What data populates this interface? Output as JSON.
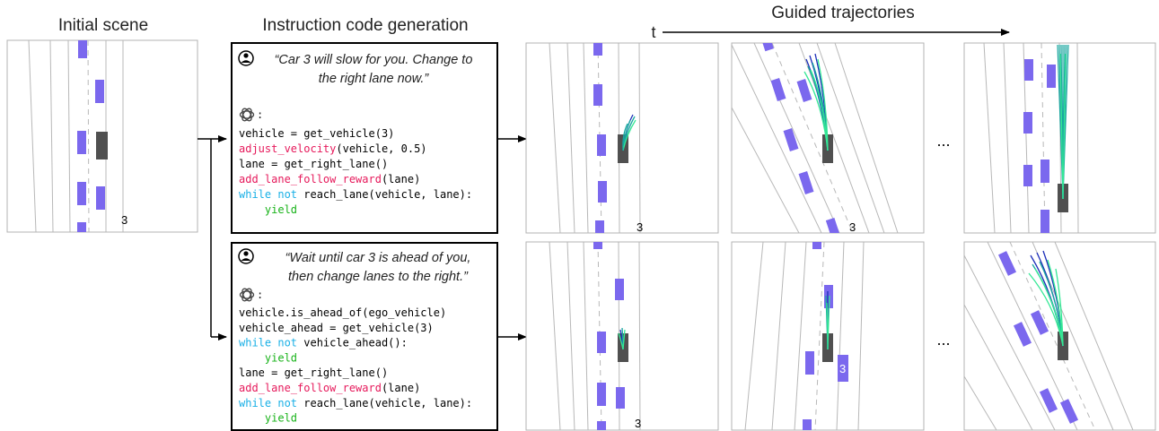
{
  "headings": {
    "initial_scene": "Initial scene",
    "instruction_code_generation": "Instruction code generation",
    "guided_trajectories": "Guided trajectories",
    "time_axis_label": "t"
  },
  "colors": {
    "vehicle": "#7b68ee",
    "ego": "#505050",
    "lane_line": "#b0b0b0",
    "frame_border": "#b3b3b3",
    "code_keyword_blue": "#1ab0e6",
    "code_keyword_green": "#19b31a",
    "code_function_pink": "#e6195b",
    "traj_dark_blue": "#1b2db8",
    "traj_teal": "#19a7a0",
    "traj_light_green": "#34e895"
  },
  "initial_scene": {
    "car_label": "3"
  },
  "instructions": [
    {
      "quote_lines": [
        "“Car 3 will slow for you. Change to",
        "the right lane now.”"
      ],
      "user_icon": "user-icon",
      "llm_icon": "openai-logo-icon",
      "llm_colon": ":",
      "code_lines": [
        [
          {
            "t": "vehicle = get_vehicle(3)",
            "c": "plain"
          }
        ],
        [
          {
            "t": "adjust_velocity",
            "c": "pink"
          },
          {
            "t": "(vehicle, 0.5)",
            "c": "plain"
          }
        ],
        [
          {
            "t": "lane = get_right_lane()",
            "c": "plain"
          }
        ],
        [
          {
            "t": "add_lane_follow_reward",
            "c": "pink"
          },
          {
            "t": "(lane)",
            "c": "plain"
          }
        ],
        [
          {
            "t": "while not",
            "c": "blue"
          },
          {
            "t": " reach_lane(vehicle, lane):",
            "c": "plain"
          }
        ],
        [
          {
            "t": "    ",
            "c": "plain"
          },
          {
            "t": "yield",
            "c": "green"
          }
        ]
      ],
      "frame_labels": [
        "3",
        "3"
      ],
      "ellipsis": "..."
    },
    {
      "quote_lines": [
        "“Wait until car 3 is ahead of you,",
        "then change lanes to the right.”"
      ],
      "user_icon": "user-icon",
      "llm_icon": "openai-logo-icon",
      "llm_colon": ":",
      "code_lines": [
        [
          {
            "t": "vehicle.is_ahead_of(ego_vehicle)",
            "c": "plain"
          }
        ],
        [
          {
            "t": "vehicle_ahead = get_vehicle(3)",
            "c": "plain"
          }
        ],
        [
          {
            "t": "while not",
            "c": "blue"
          },
          {
            "t": " vehicle_ahead():",
            "c": "plain"
          }
        ],
        [
          {
            "t": "    ",
            "c": "plain"
          },
          {
            "t": "yield",
            "c": "green"
          }
        ],
        [
          {
            "t": "lane = get_right_lane()",
            "c": "plain"
          }
        ],
        [
          {
            "t": "add_lane_follow_reward",
            "c": "pink"
          },
          {
            "t": "(lane)",
            "c": "plain"
          }
        ],
        [
          {
            "t": "while not",
            "c": "blue"
          },
          {
            "t": " reach_lane(vehicle, lane):",
            "c": "plain"
          }
        ],
        [
          {
            "t": "    ",
            "c": "plain"
          },
          {
            "t": "yield",
            "c": "green"
          }
        ]
      ],
      "frame_labels": [
        "3",
        "3"
      ],
      "ellipsis": "..."
    }
  ]
}
